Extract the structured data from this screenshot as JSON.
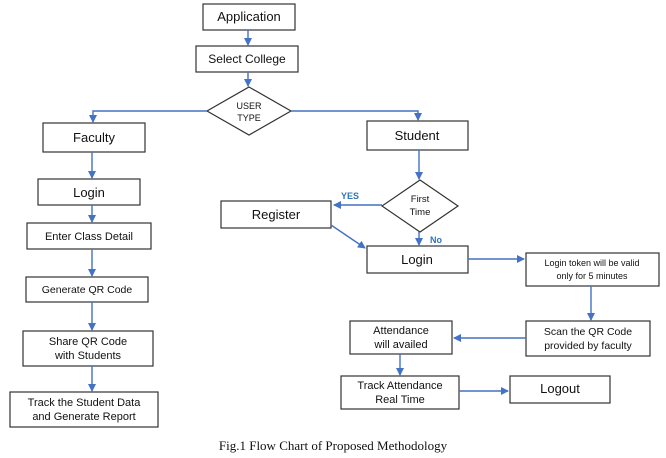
{
  "nodes": {
    "application": "Application",
    "select_college": "Select College",
    "user_type": [
      "USER",
      "TYPE"
    ],
    "faculty": "Faculty",
    "student": "Student",
    "faculty_login": "Login",
    "enter_class_detail": "Enter Class Detail",
    "generate_qr": "Generate QR Code",
    "share_qr": [
      "Share QR Code",
      "with Students"
    ],
    "track_student": [
      "Track the Student Data",
      "and Generate Report"
    ],
    "first_time": [
      "First",
      "Time"
    ],
    "register": "Register",
    "student_login": "Login",
    "login_token": [
      "Login token will be valid",
      "only for 5 minutes"
    ],
    "scan_qr": [
      "Scan the QR Code",
      "provided by faculty"
    ],
    "attendance": [
      "Attendance",
      "will availed"
    ],
    "track_attendance": [
      "Track Attendance",
      "Real Time"
    ],
    "logout": "Logout"
  },
  "edge_labels": {
    "yes": "YES",
    "no": "No"
  },
  "caption": "Fig.1 Flow Chart of Proposed Methodology",
  "colors": {
    "arrow": "#4472C4",
    "edge_label": "#2E75B6",
    "box_border": "#333333"
  }
}
